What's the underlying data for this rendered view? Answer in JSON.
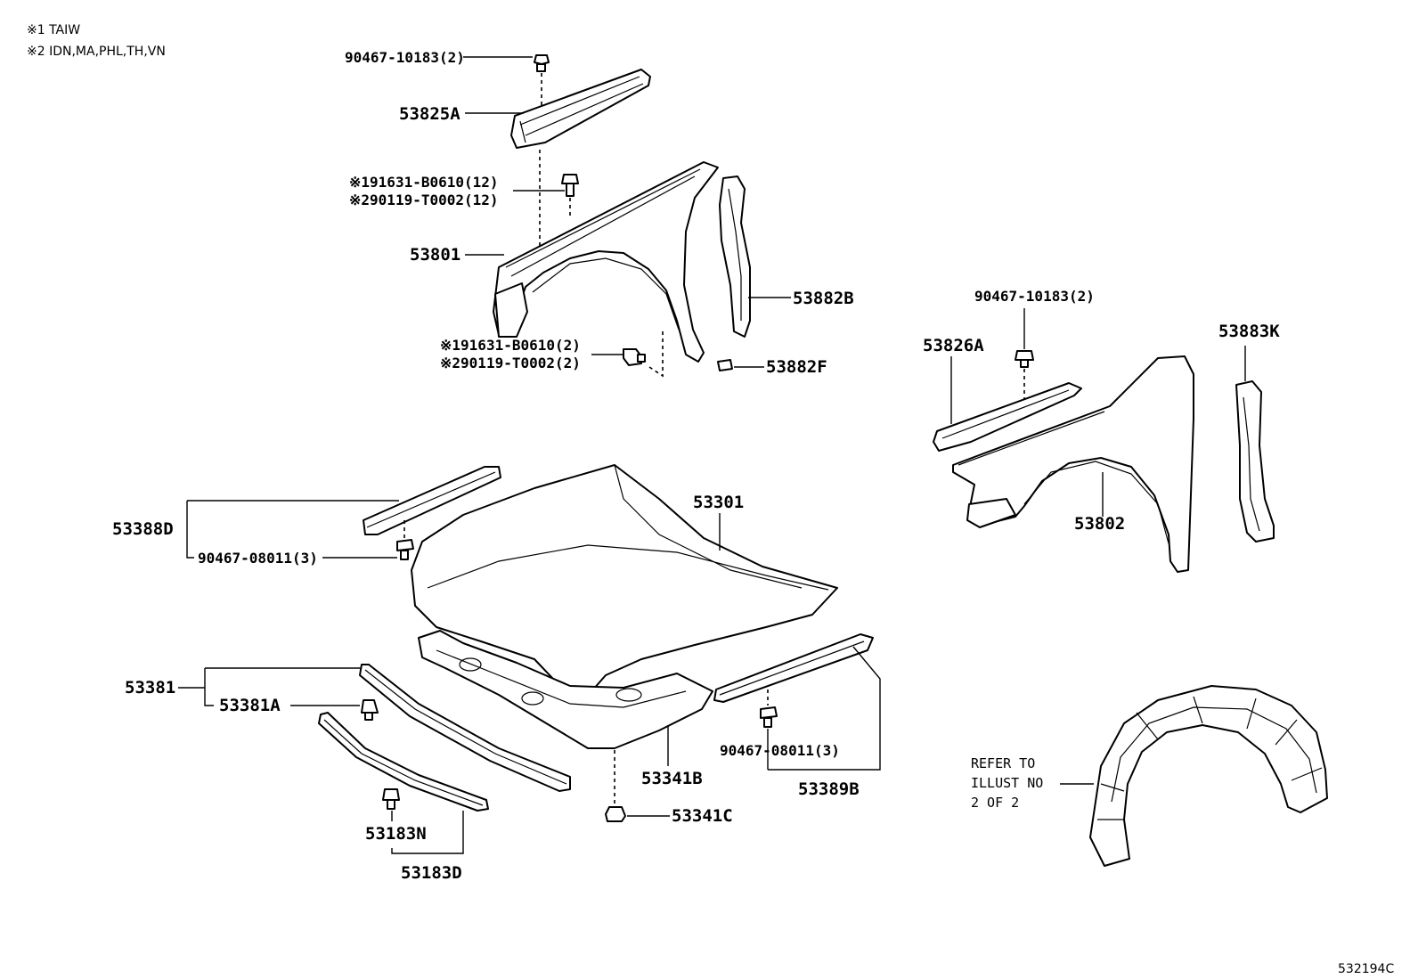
{
  "notes": {
    "note1": "※1 TAIW",
    "note2": "※2 IDN,MA,PHL,TH,VN"
  },
  "labels": {
    "p90467_10183_top": "90467-10183(2)",
    "p53825A": "53825A",
    "p91631_12": "※191631-B0610(12)",
    "p90119_12": "※290119-T0002(12)",
    "p53801": "53801",
    "p53882B": "53882B",
    "p91631_2": "※191631-B0610(2)",
    "p90119_2": "※290119-T0002(2)",
    "p53882F": "53882F",
    "p90467_10183_right": "90467-10183(2)",
    "p53826A": "53826A",
    "p53883K": "53883K",
    "p53802": "53802",
    "p53301": "53301",
    "p53388D": "53388D",
    "p90467_08011_left": "90467-08011(3)",
    "p53381": "53381",
    "p53381A": "53381A",
    "p53341B": "53341B",
    "p53341C": "53341C",
    "p90467_08011_right": "90467-08011(3)",
    "p53389B": "53389B",
    "p53183N": "53183N",
    "p53183D": "53183D"
  },
  "refer": {
    "line1": "REFER TO",
    "line2": "ILLUST NO",
    "line3": "2 OF 2"
  },
  "figure_id": "532194C"
}
